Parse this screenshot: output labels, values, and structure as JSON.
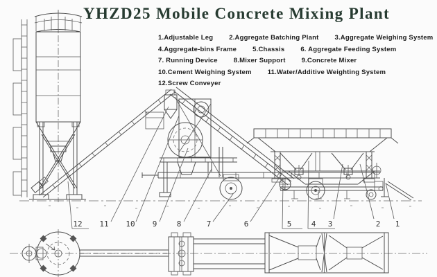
{
  "title": "YHZD25 Mobile Concrete Mixing Plant",
  "legend": {
    "rows": [
      [
        "1.Adjustable Leg",
        "2.Aggregate Batching Plant",
        "3.Aggregate Weighing System"
      ],
      [
        "4.Aggregate-bins Frame",
        "5.Chassis",
        "6. Aggregate Feeding System"
      ],
      [
        "7. Running Device",
        "8.Mixer Support",
        "9.Concrete Mixer"
      ],
      [
        "10.Cement Weighing System",
        "11.Water/Additive Weighting System"
      ],
      [
        "12.Screw Conveyer"
      ]
    ]
  },
  "parts": [
    "12",
    "11",
    "10",
    "9",
    "8",
    "7",
    "6",
    "5",
    "4",
    "3",
    "2",
    "1"
  ],
  "colors": {
    "background": "#fbfbfb",
    "line": "#4d4d4d",
    "title": "#273b31",
    "text": "#1b1b1b"
  }
}
